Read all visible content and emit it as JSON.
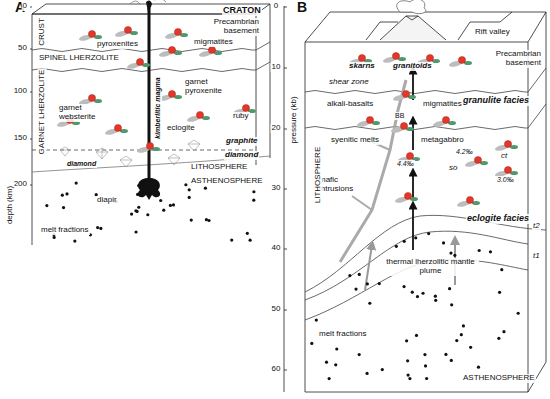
{
  "diagram": {
    "labels": [
      "A",
      "CRATON",
      "0",
      "50",
      "100",
      "150",
      "200",
      "depth (km)",
      "CRUST",
      "SPINEL LHERZOLITE",
      "GARNET LHERZOLITE",
      "Precambrian basement",
      "pyroxenites",
      "migmatites",
      "garnet pyroxenite",
      "garnet websterite",
      "eclogite",
      "ruby",
      "kimberlitic magma",
      "graphite",
      "diamond",
      "diamond",
      "LITHOSPHERE",
      "ASTHENOSPHERE",
      "diapir",
      "melt fractions",
      "0",
      "10",
      "20",
      "30",
      "40",
      "50",
      "60",
      "pressure (kb)",
      "B",
      "Rift valley",
      "Precambrian basement",
      "skarns",
      "granitoids",
      "shear zone",
      "alkali-basalts",
      "migmatites",
      "granulite facies",
      "BB",
      "syenitic melts",
      "metagabbro",
      "4.4‰",
      "so",
      "4.2‰",
      "ct",
      "3.0‰",
      "mafic intrusions",
      "eclogite facies",
      "t2",
      "t1",
      "LITHOSPHERE",
      "thermal lherzolitic mantle plume",
      "melt fractions",
      "ASTHENOSPHERE"
    ]
  }
}
